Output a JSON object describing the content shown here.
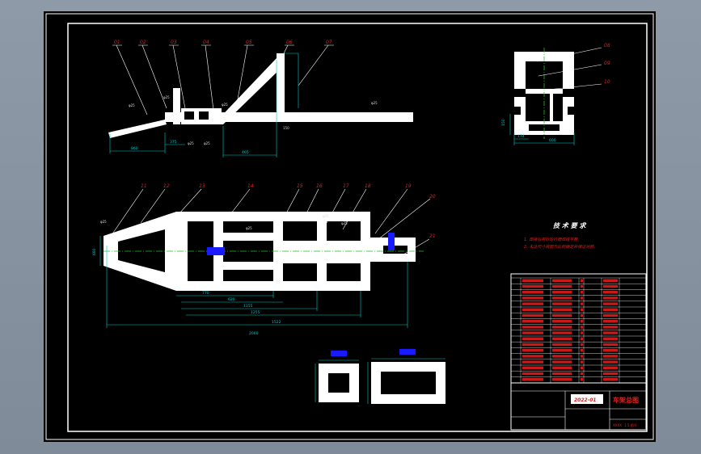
{
  "sheet": {
    "background": "#000000",
    "frame_color": "#ffffff",
    "part_balloon_color": "#e02020",
    "dimension_color": "#00c8c8",
    "centerline_color": "#20c020",
    "marker_color": "#1a1aff"
  },
  "part_balloons_top": [
    "01",
    "02",
    "03",
    "04",
    "05",
    "06",
    "07"
  ],
  "part_balloons_right": [
    "08",
    "09",
    "10"
  ],
  "part_balloons_plan": [
    "11",
    "12",
    "13",
    "14",
    "15",
    "16",
    "17",
    "18",
    "19",
    "20",
    "21"
  ],
  "tech_requirements": {
    "title": "技 术 要 求",
    "items": [
      "1. 焊接后用砂轮打磨焊缝平整。",
      "2. 未注尺寸按图示比例确定并保证对称。"
    ]
  },
  "title_block": {
    "drawing_no": "2022-01",
    "title": "车架总图",
    "footer_left": "XXXX",
    "footer_right": "1:5  图号"
  }
}
